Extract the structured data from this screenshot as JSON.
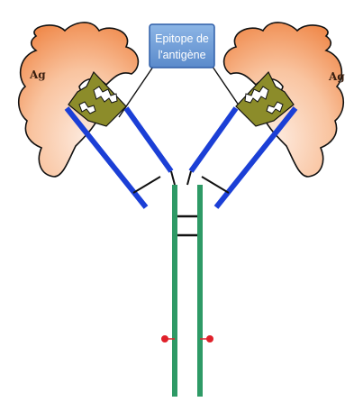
{
  "figure": {
    "callout_line1": "Epitope de",
    "callout_line2": "l'antigène",
    "antigen_left_label": "Ag",
    "antigen_right_label": "Ag",
    "colors": {
      "antigen_orange": "#f4a06a",
      "antigen_highlight": "#fde9dc",
      "antigen_outline": "#111111",
      "variable_domain": "#8c8c2a",
      "light_chain": "#1b3fd6",
      "heavy_chain": "#2e9a66",
      "callout_fill": "#6f9fd8",
      "callout_border": "#2f5ea8",
      "disulfide_bond": "#111111",
      "glycosylation_site": "#e0202a"
    }
  }
}
